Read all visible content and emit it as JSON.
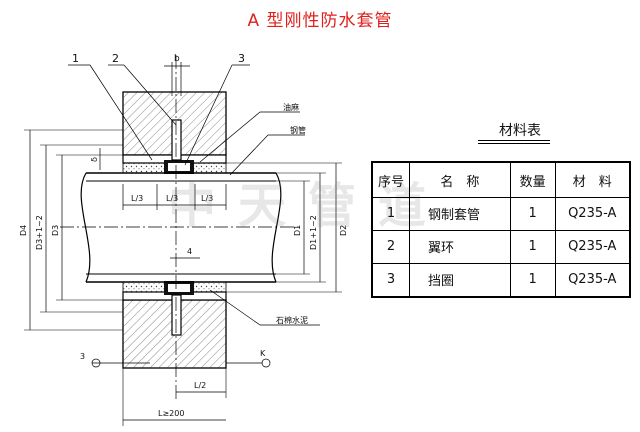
{
  "title": "A 型刚性防水套管",
  "drawing": {
    "callouts": [
      "1",
      "2",
      "3"
    ],
    "b_label": "b",
    "labels": {
      "oil_hemp": "油麻",
      "steel_pipe": "钢管",
      "asbestos_cement": "石棉水泥"
    },
    "dims": {
      "l3_a": "L/3",
      "l3_b": "L/3",
      "l3_c": "L/3",
      "four": "4",
      "l2": "L/2",
      "l200": "L≥200",
      "d4": "D4",
      "d3_tol": "D3+1~2",
      "d3": "D3",
      "d1": "D1",
      "d1_tol": "D1+1~2",
      "d2": "D2",
      "delta": "δ"
    },
    "section_marks": [
      "3",
      "K"
    ]
  },
  "materials": {
    "title": "材料表",
    "headers": [
      "序号",
      "名　称",
      "数量",
      "材　料"
    ],
    "rows": [
      [
        "1",
        "钢制套管",
        "1",
        "Q235-A"
      ],
      [
        "2",
        "翼环",
        "1",
        "Q235-A"
      ],
      [
        "3",
        "挡圈",
        "1",
        "Q235-A"
      ]
    ]
  },
  "watermark": "中天管道"
}
